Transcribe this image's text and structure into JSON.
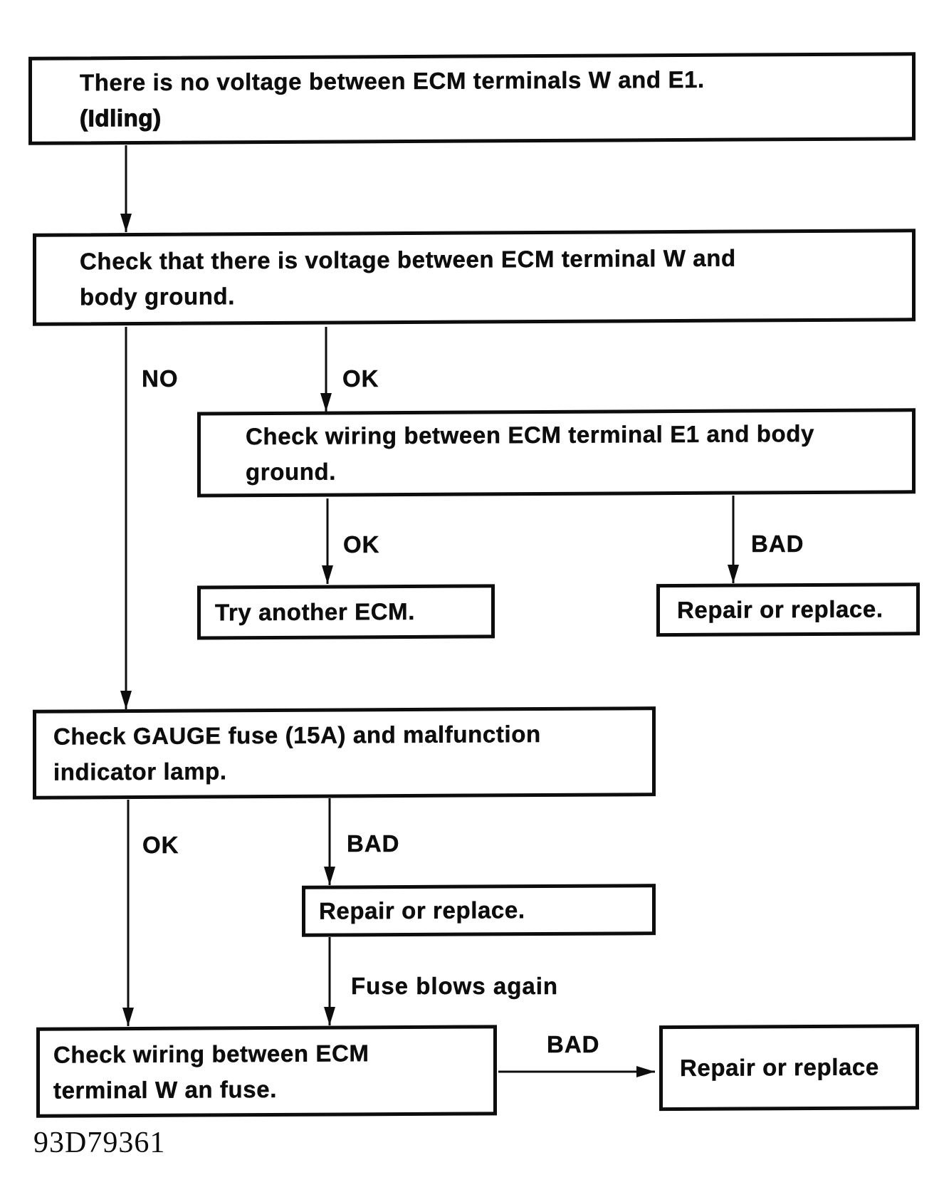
{
  "diagram": {
    "figure_code": "93D79361",
    "colors": {
      "ink": "#0d0d0d",
      "paper": "#ffffff"
    },
    "nodes": {
      "start": {
        "line1": "There is no voltage between ECM terminals W and E1.",
        "line2": "(Idling)"
      },
      "check_voltage_w_ground": {
        "line1": "Check that there is voltage between ECM terminal W and",
        "line2": "body ground."
      },
      "check_wiring_e1_ground": {
        "line1": "Check wiring between ECM terminal E1 and body",
        "line2": "ground."
      },
      "try_another_ecm": {
        "text": "Try another ECM."
      },
      "repair_or_replace_1": {
        "text": "Repair or replace."
      },
      "check_gauge_fuse": {
        "line1": "Check GAUGE fuse (15A) and malfunction",
        "line2": "indicator lamp."
      },
      "repair_or_replace_2": {
        "text": "Repair or replace."
      },
      "check_wiring_w_fuse": {
        "line1": "Check wiring between ECM",
        "line2": "terminal W an fuse."
      },
      "repair_or_replace_3": {
        "text": "Repair or replace"
      }
    },
    "edge_labels": {
      "no1": "NO",
      "ok1": "OK",
      "ok2": "OK",
      "bad1": "BAD",
      "ok3": "OK",
      "bad2": "BAD",
      "fuse_blows_again": "Fuse blows again",
      "bad3": "BAD"
    }
  }
}
